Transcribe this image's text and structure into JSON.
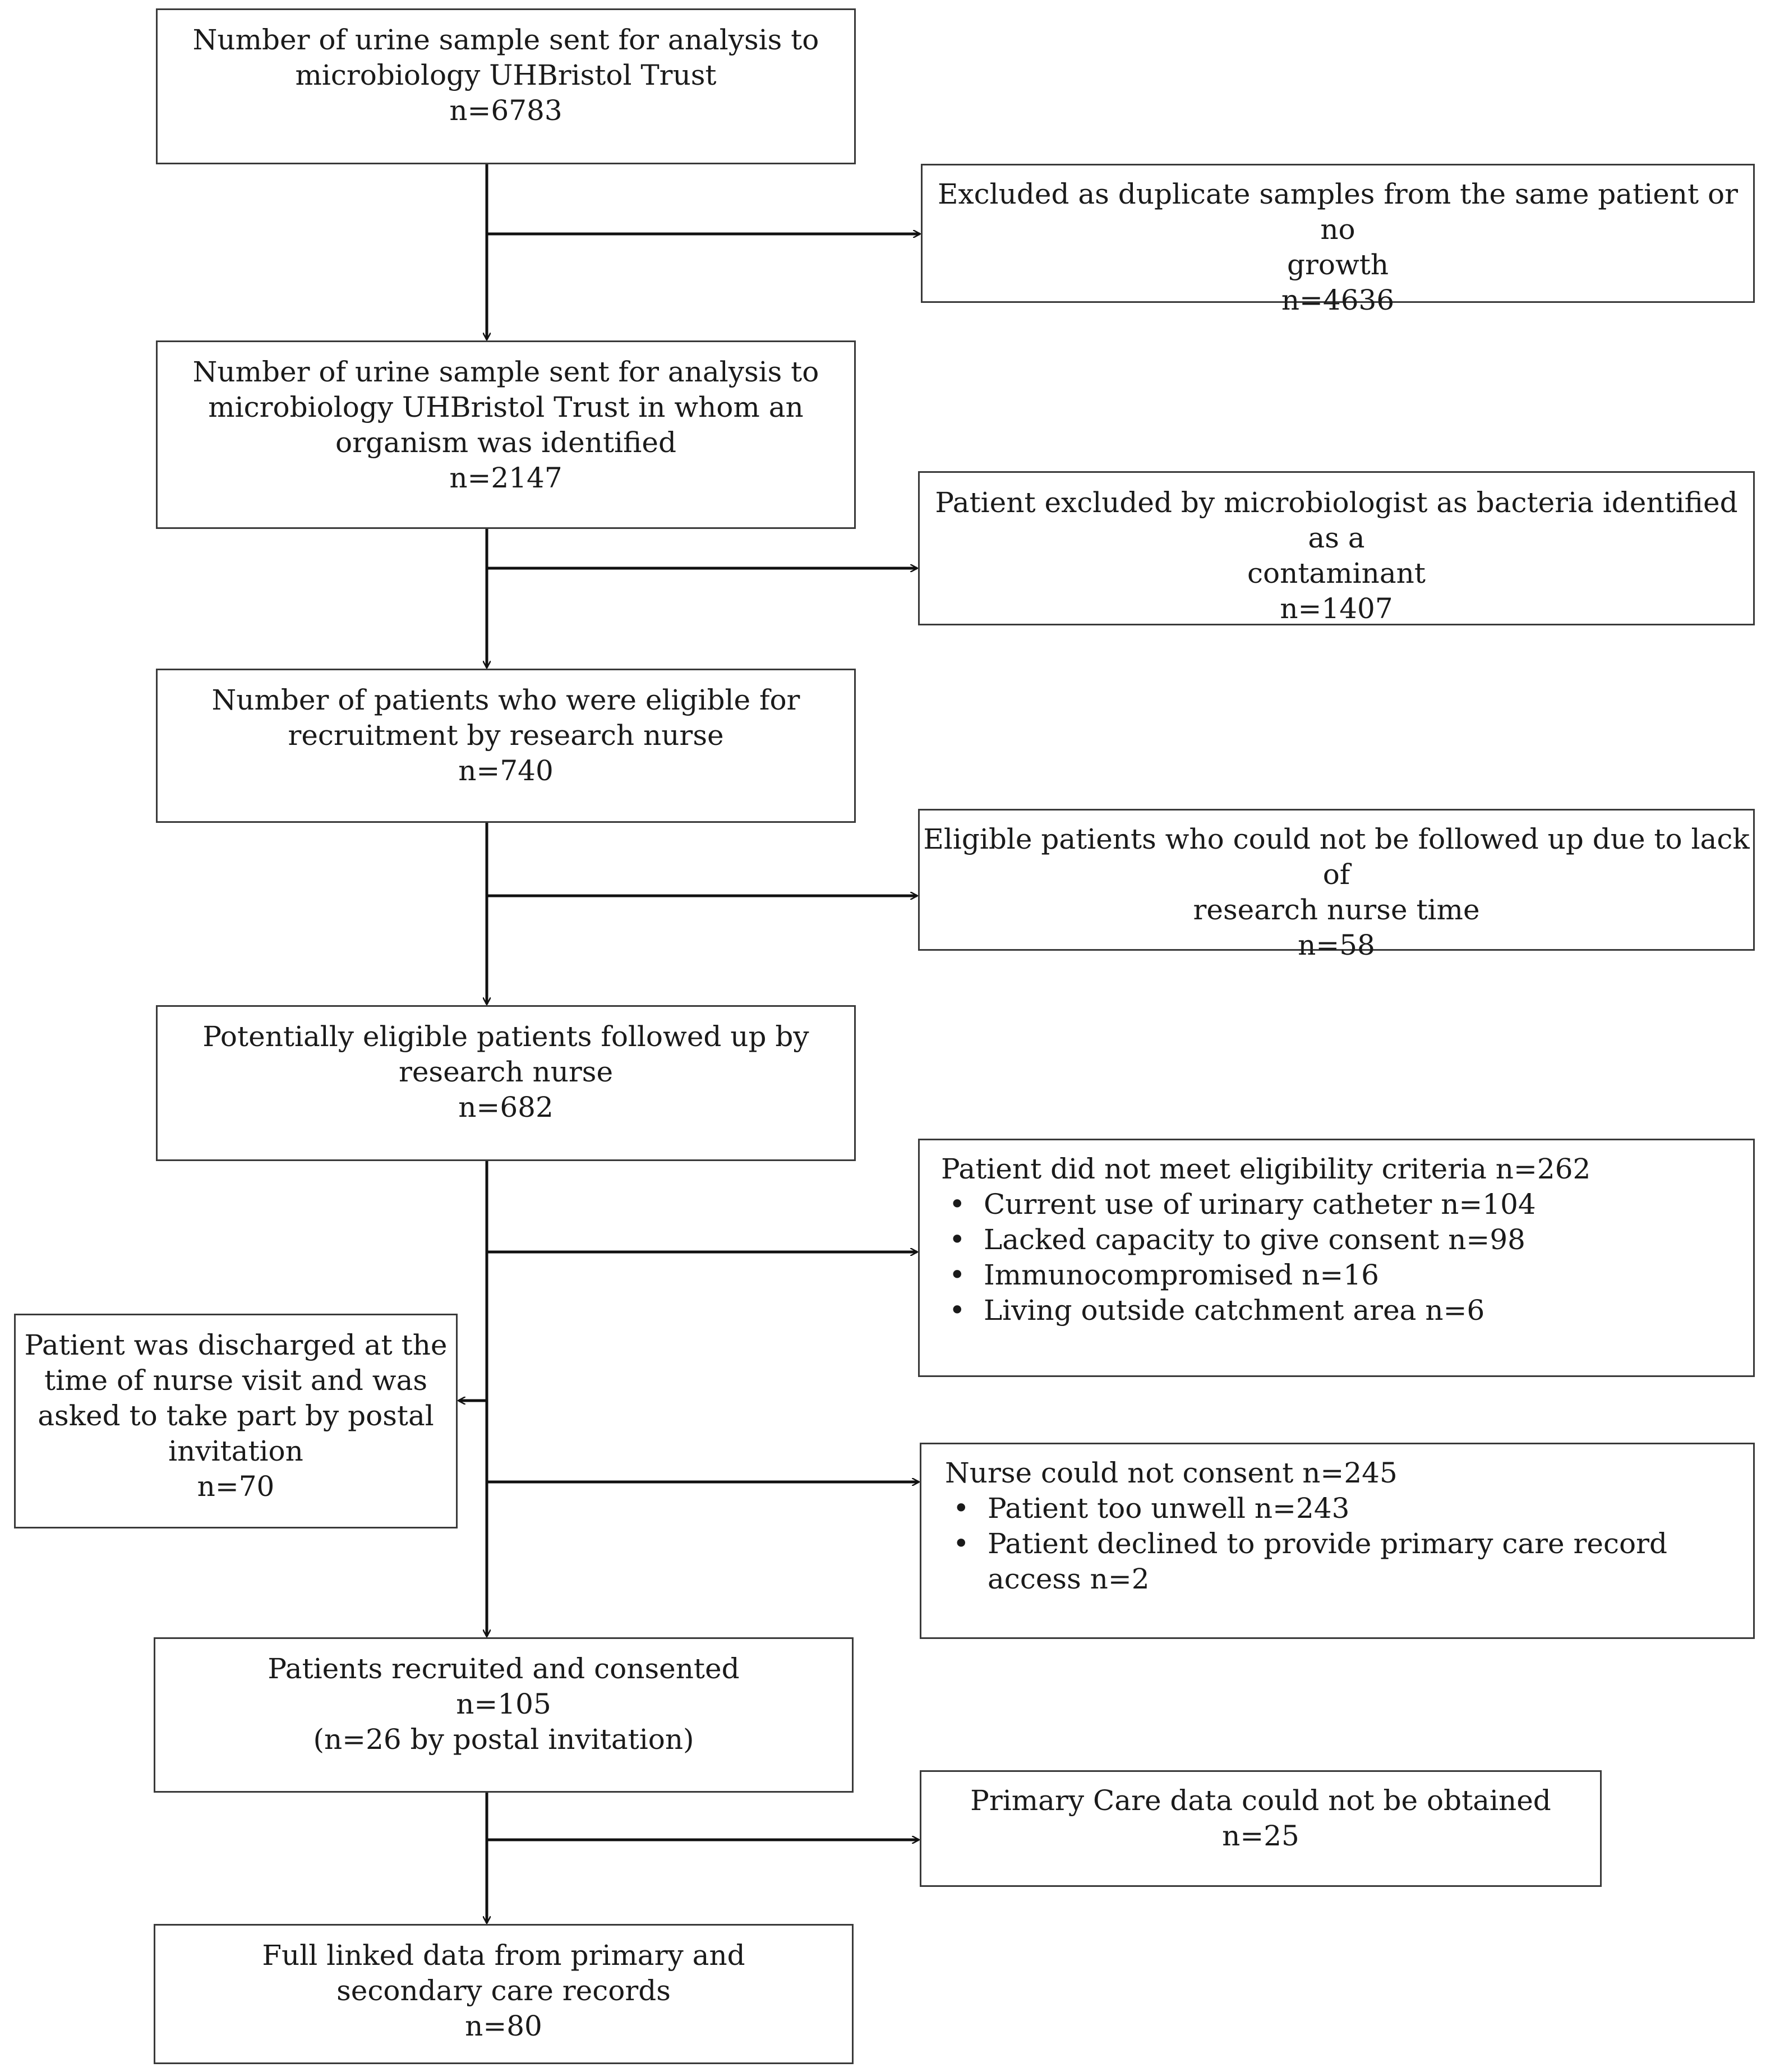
{
  "boxes": {
    "b1": {
      "lines": [
        "Number of urine sample sent for analysis to",
        "microbiology UHBristol Trust",
        "n=6783"
      ]
    },
    "b2": {
      "lines": [
        "Number of urine sample sent for analysis to",
        "microbiology UHBristol Trust in whom an",
        "organism was identified",
        "n=2147"
      ]
    },
    "b3": {
      "lines": [
        "Number of patients who were eligible for",
        "recruitment by research nurse",
        "n=740"
      ]
    },
    "b4": {
      "lines": [
        "Potentially eligible patients followed up by",
        "research nurse",
        "n=682"
      ]
    },
    "b5": {
      "lines": [
        "Patients recruited and consented",
        "n=105",
        "(n=26 by postal invitation)"
      ]
    },
    "b6": {
      "lines": [
        "Full linked data from primary and",
        "secondary care records",
        "n=80"
      ]
    },
    "e1": {
      "lines": [
        "Excluded as duplicate samples from the same patient or no",
        "growth",
        "n=4636"
      ]
    },
    "e2": {
      "lines": [
        "Patient excluded by microbiologist as bacteria identified as a",
        "contaminant",
        "n=1407"
      ]
    },
    "e3": {
      "lines": [
        "Eligible patients who could not be followed up due to lack of",
        "research nurse time",
        "n=58"
      ]
    },
    "e4": {
      "heading": "Patient did not meet eligibility criteria n=262",
      "items": [
        "Current use of urinary catheter n=104",
        "Lacked capacity to give consent n=98",
        "Immunocompromised n=16",
        "Living outside catchment area n=6"
      ]
    },
    "e5": {
      "lines": [
        "Patient was discharged at the",
        "time of nurse visit and was",
        "asked to take part by postal",
        "invitation",
        "n=70"
      ]
    },
    "e6": {
      "heading": "Nurse could not consent n=245",
      "items": [
        "Patient too unwell  n=243",
        "Patient declined to provide primary care record access n=2"
      ]
    },
    "e7": {
      "lines": [
        "Primary Care data could not be obtained",
        "n=25"
      ]
    }
  }
}
